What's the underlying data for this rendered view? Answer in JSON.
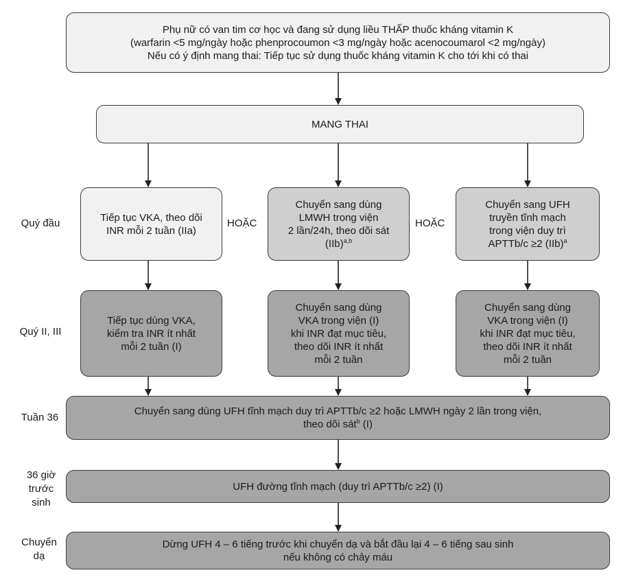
{
  "top_box": {
    "line1": "Phụ nữ có van tim cơ học và đang sử dụng liều THẤP thuốc kháng vitamin K",
    "line2": "(warfarin <5 mg/ngày hoặc phenprocoumon <3 mg/ngày hoặc acenocoumarol <2 mg/ngày)",
    "line3": "Nếu có ý định mang thai: Tiếp tục sử dụng thuốc kháng vitamin K cho tới khi có thai"
  },
  "pregnancy_box": {
    "label": "MANG THAI"
  },
  "row_labels": {
    "first_trimester": "Quý đầu",
    "second_third_trimester": "Quý II, III",
    "week36": "Tuần 36",
    "before_birth_1": "36 giờ",
    "before_birth_2": "trước",
    "before_birth_3": "sinh",
    "labor_1": "Chuyển",
    "labor_2": "dạ"
  },
  "or_label": "HOẶC",
  "first_trimester": {
    "left": {
      "line1": "Tiếp tục VKA, theo dõi",
      "line2": "INR mỗi 2 tuần (IIa)"
    },
    "middle": {
      "line1": "Chuyển sang dùng",
      "line2": "LMWH trong viện",
      "line3": "2 lần/24h, theo dõi sát",
      "line4": "(IIb)",
      "sup": "a,b"
    },
    "right": {
      "line1": "Chuyển sang UFH",
      "line2": "truyền tĩnh mạch",
      "line3": "trong viện duy trì",
      "line4": "APTTb/c ≥2 (IIb)",
      "sup": "a"
    }
  },
  "second_third_trimester": {
    "left": {
      "line1": "Tiếp tục dùng VKA,",
      "line2": "kiểm tra INR ít nhất",
      "line3": "mỗi 2 tuần (I)"
    },
    "middle": {
      "line1": "Chuyển sang dùng",
      "line2": "VKA trong viện (I)",
      "line3": "khi INR đạt mục tiêu,",
      "line4": "theo dõi INR ít nhất",
      "line5": "mỗi 2 tuần"
    },
    "right": {
      "line1": "Chuyển sang dùng",
      "line2": "VKA trong viện (I)",
      "line3": "khi INR đạt mục tiêu,",
      "line4": "theo dõi INR ít nhất",
      "line5": "mỗi 2 tuần"
    }
  },
  "week36_box": {
    "line1": "Chuyển sang dùng UFH tĩnh mạch duy trì APTTb/c ≥2 hoặc LMWH ngày 2 lần trong viện,",
    "line2": "theo dõi sát",
    "sup": "b",
    "line2_end": " (I)"
  },
  "before_birth_box": {
    "label": "UFH đường tĩnh mạch (duy trì APTTb/c ≥2) (I)"
  },
  "labor_box": {
    "line1": "Dừng UFH 4 – 6 tiếng trước khi chuyển dạ và bắt đầu lại 4 – 6 tiếng sau sinh",
    "line2": "nếu không có chảy máu"
  }
}
